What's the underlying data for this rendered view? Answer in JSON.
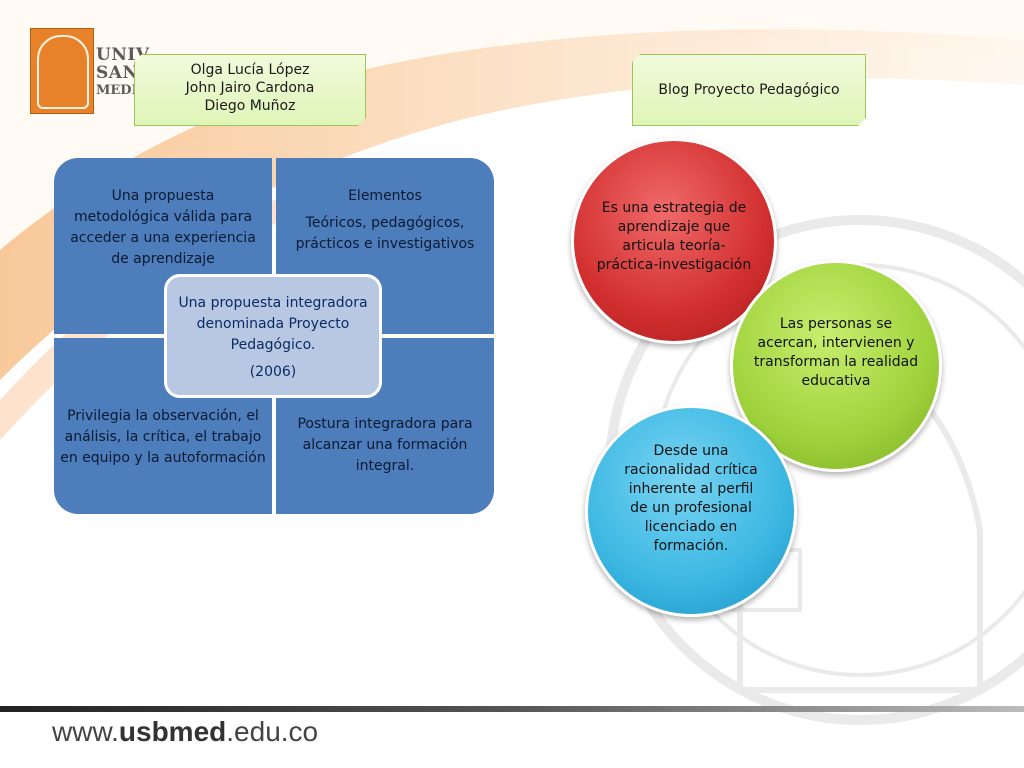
{
  "logo": {
    "line1": "UNIV",
    "line2": "SAN B",
    "line3": "MEDE"
  },
  "authors": {
    "name1": "Olga Lucía López",
    "name2": "John Jairo Cardona",
    "name3": "Diego  Muñoz"
  },
  "blog_title": "Blog Proyecto Pedagógico",
  "quadrants": {
    "top_left": "Una propuesta metodológica válida para acceder a una experiencia de aprendizaje",
    "top_right_title": "Elementos",
    "top_right_text": "Teóricos, pedagógicos, prácticos e investigativos",
    "bottom_left": "Privilegia la observación, el análisis, la crítica, el trabajo en equipo y la autoformación",
    "bottom_right": "Postura integradora para alcanzar una formación integral.",
    "center_text": "Una propuesta integradora denominada Proyecto Pedagógico.",
    "center_year": "(2006)"
  },
  "circles": {
    "red": "Es una estrategia de aprendizaje que articula teoría-práctica-investigación",
    "green": "Las personas se acercan, intervienen y transforman la realidad educativa",
    "blue": "Desde una racionalidad crítica inherente al perfil de un profesional licenciado en formación."
  },
  "footer": {
    "prefix": "www.",
    "bold": "usbmed",
    "suffix": ".edu.co"
  },
  "colors": {
    "quad_blue": "#4d7dbb",
    "center_box": "#b8c8e2",
    "red_circle": "#d22f2f",
    "green_circle": "#9fd23c",
    "blue_circle": "#3bb7e2",
    "callout_green": "#dff5b8",
    "logo_orange": "#e8822a"
  }
}
